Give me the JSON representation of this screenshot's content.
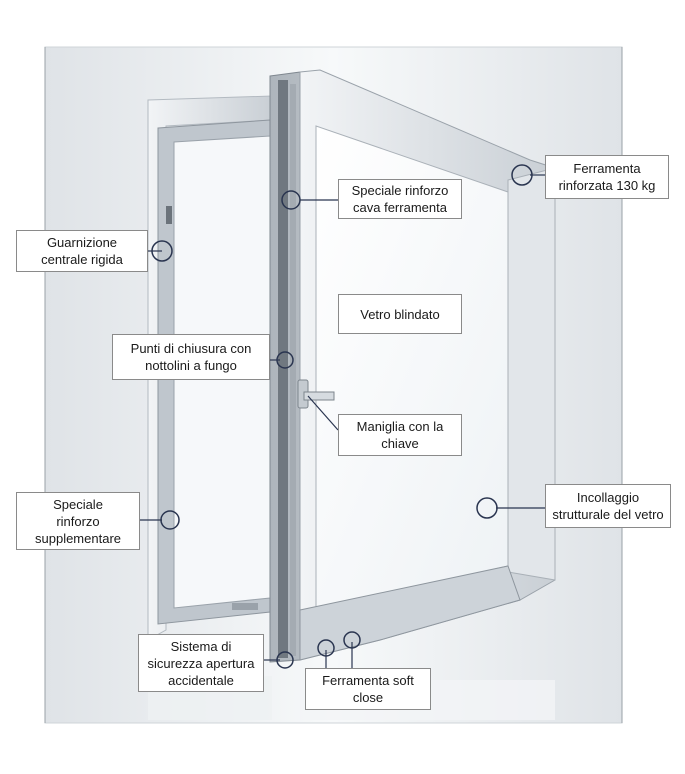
{
  "labels": {
    "speciale_rinforzo_cava": "Speciale rinforzo\ncava ferramenta",
    "ferramenta_rinforzata": "Ferramenta\nrinforzata 130 kg",
    "guarnizione": "Guarnizione\ncentrale rigida",
    "vetro_blindato": "Vetro blindato",
    "punti_chiusura": "Punti di chiusura con\nnottolini a fungo",
    "maniglia": "Maniglia con la\nchiave",
    "speciale_rinforzo_supp": "Speciale\nrinforzo\nsupplementare",
    "incollaggio": "Incollaggio\nstrutturale del vetro",
    "sistema_sicurezza": "Sistema di\nsicurezza apertura\naccidentale",
    "ferramenta_soft": "Ferramenta soft\nclose"
  },
  "colors": {
    "frame": "#e4e8ec",
    "frame_dark": "#8e969e",
    "glass": "#f4f7f9",
    "callout_line": "#2a3550",
    "circle": "#ffffff"
  }
}
